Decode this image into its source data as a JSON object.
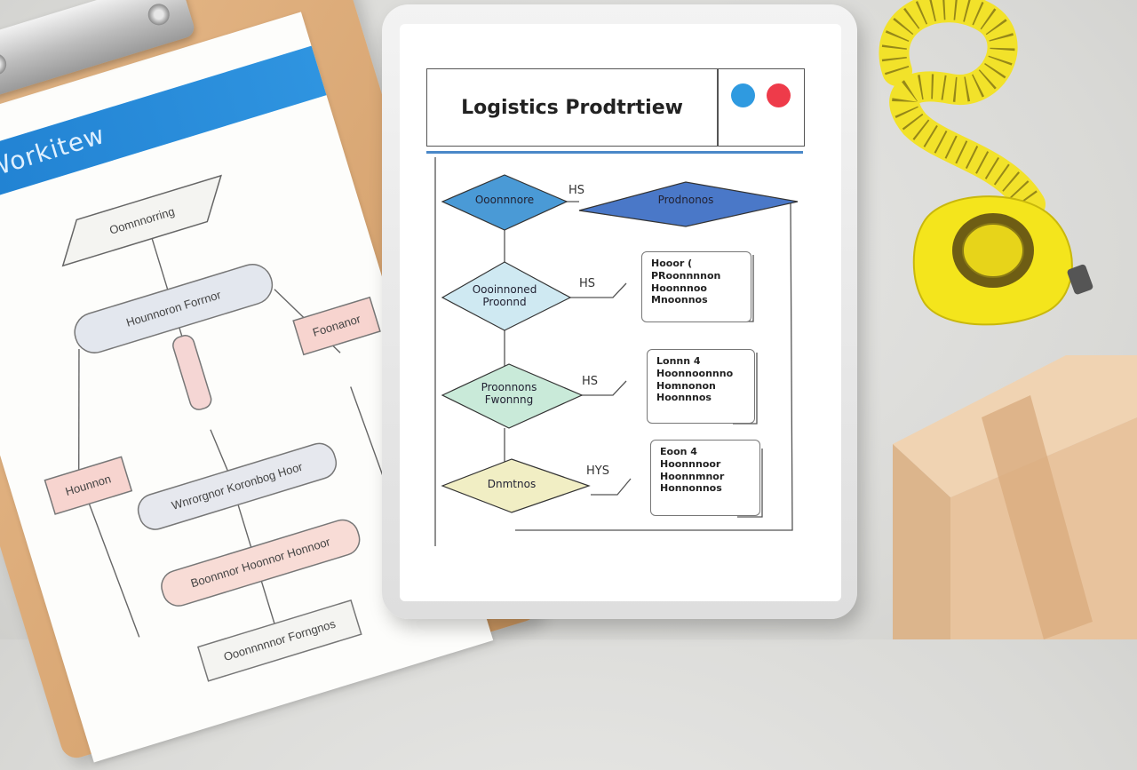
{
  "clipboard": {
    "title": "Workitew",
    "nodes": [
      "Oomnnorring",
      "Hounnoron Forrnor",
      "Foonanor",
      "Hounnon",
      "Wnrorgnor Koronbog Hoor",
      "Boonnnor Hoonnor Honnoor",
      "Ooonnnnnor Forngnos"
    ]
  },
  "tablet": {
    "title": "Logistics Prodtrtiew",
    "dot_colors": [
      "#2f9ae0",
      "#ee3b4a"
    ],
    "diamonds": [
      {
        "label": "Ooonnnore",
        "color": "#4a9ad6"
      },
      {
        "label": "Prodnonos",
        "color": "#4a78c8"
      },
      {
        "label": "Oooinnoned\nProonnd",
        "color": "#cfe9f2"
      },
      {
        "label": "Proonnons\nFwonnng",
        "color": "#c9ead9"
      },
      {
        "label": "Dnmtnos",
        "color": "#f1eec4"
      }
    ],
    "tags": [
      "HS",
      "HS",
      "HS",
      "HYS"
    ],
    "notes": [
      "Hooor (\nPRoonnnnon\nHoonnnoo\nMnoonnos",
      "Lonnn 4\nHoonnoonnno\nHomnonon\nHoonnnos",
      "Eoon 4\nHoonnnoor\nHoonnmnor\nHonnonnos"
    ]
  },
  "objects": {
    "tape_color": "#f2e22a",
    "box_color": "#e8c39d"
  }
}
